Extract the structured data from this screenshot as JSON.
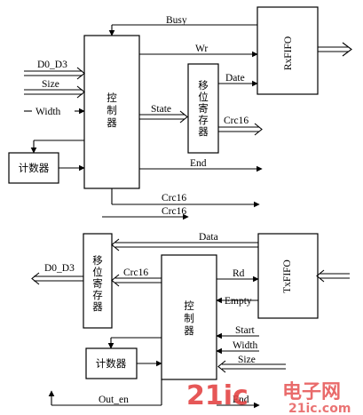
{
  "top": {
    "controller": "控\n制\n器",
    "shift_register": "移\n位\n寄\n存\n器",
    "rxfifo": "RxFIFO",
    "counter": "计数器",
    "signals": {
      "busy": "Busy",
      "wr": "Wr",
      "d0_d3": "D0_D3",
      "size": "Size",
      "width": "Width",
      "date": "Date",
      "state": "State",
      "crc16_sr": "Crc16",
      "end": "End",
      "crc16_bottom": "Crc16"
    }
  },
  "bottom": {
    "crc16_top": "Crc16",
    "shift_register": "移\n位\n寄\n存\n器",
    "controller": "控\n制\n器",
    "txfifo": "TxFIFO",
    "counter": "计数器",
    "signals": {
      "data": "Data",
      "d0_d3": "D0_D3",
      "crc16": "Crc16",
      "rd": "Rd",
      "empty": "Empty",
      "start": "Start",
      "width": "Width",
      "size": "Size",
      "out_en": "Out_en",
      "end": "End"
    }
  },
  "watermark": {
    "logo": "21ic",
    "name": "电子网",
    "url": "21ic.com"
  }
}
